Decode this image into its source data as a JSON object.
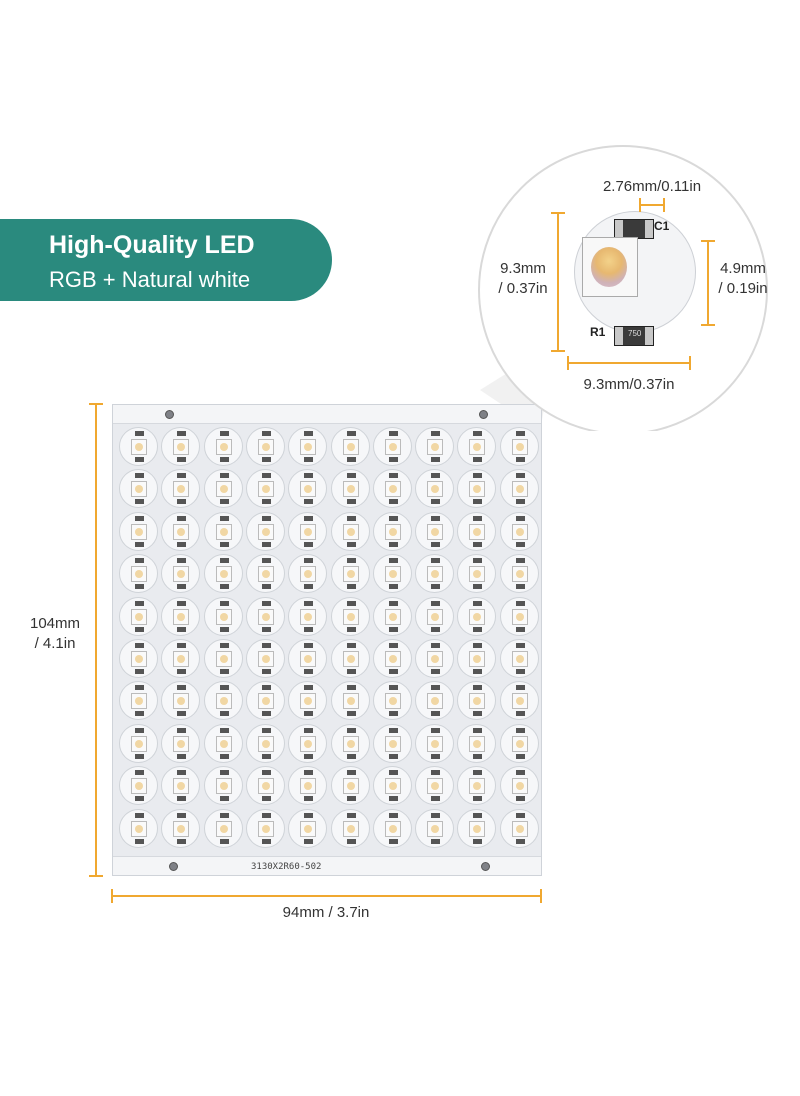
{
  "banner": {
    "title": "High-Quality LED",
    "subtitle": "RGB + Natural white"
  },
  "dimensions": {
    "height": "104mm\n/ 4.1in",
    "height_line1": "104mm",
    "height_line2": "/ 4.1in",
    "width": "94mm / 3.7in",
    "zoom_top": "2.76mm/0.11in",
    "zoom_left_line1": "9.3mm",
    "zoom_left_line2": "/ 0.37in",
    "zoom_right_line1": "4.9mm",
    "zoom_right_line2": "/ 0.19in",
    "zoom_bottom": "9.3mm/0.37in"
  },
  "panel": {
    "silkscreen": "3130X2R60-502",
    "rows": 10,
    "cols": 10
  },
  "component_labels": {
    "cap_top": "C1",
    "cap_bottom": "R1",
    "cap_bottom_mark": "750"
  },
  "colors": {
    "banner": "#2a8a7e",
    "dimension_line": "#f0a830"
  }
}
